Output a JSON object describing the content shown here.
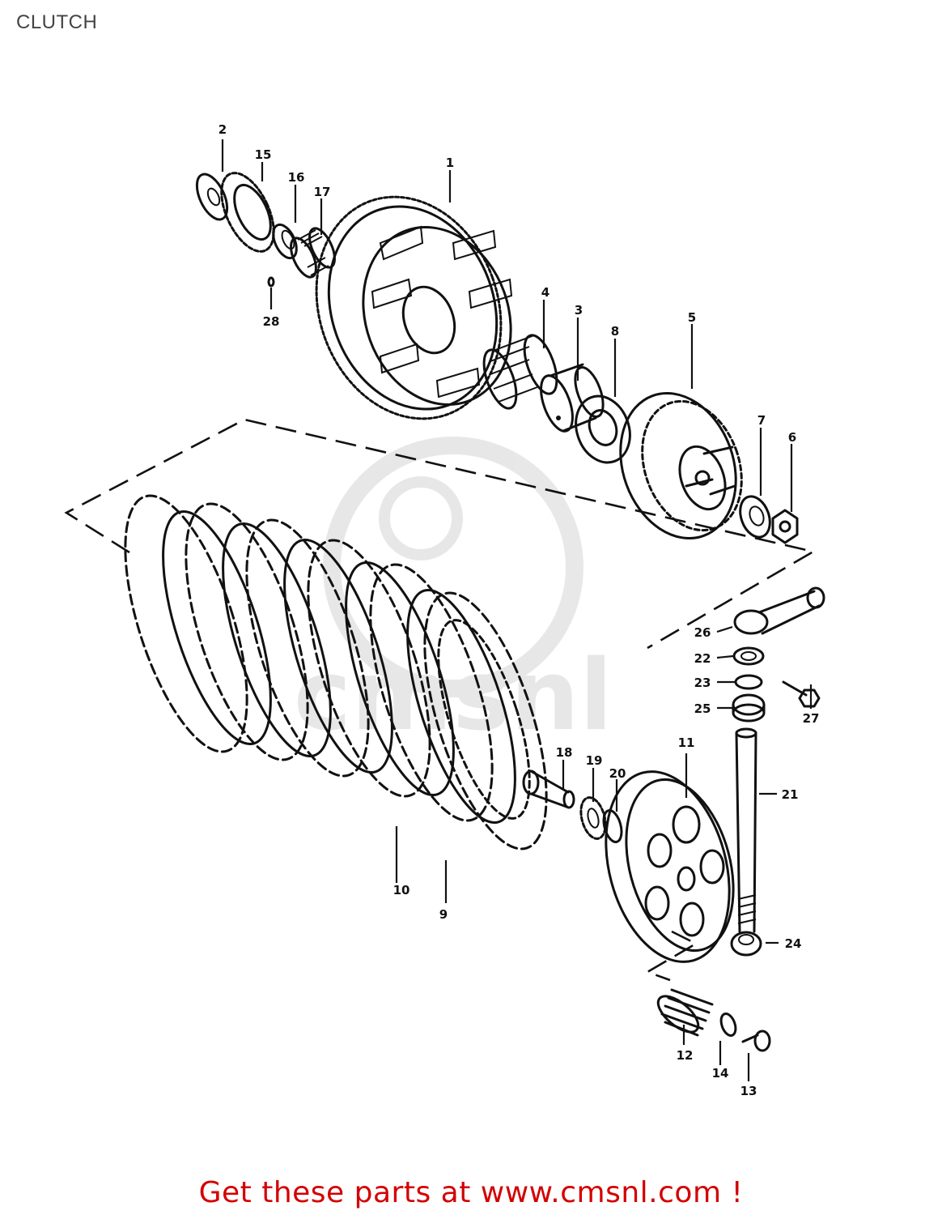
{
  "header": {
    "title": "CLUTCH"
  },
  "watermark": {
    "label": "cmsnl"
  },
  "callouts": [
    {
      "id": "1",
      "label": "1"
    },
    {
      "id": "2",
      "label": "2"
    },
    {
      "id": "3",
      "label": "3"
    },
    {
      "id": "4",
      "label": "4"
    },
    {
      "id": "5",
      "label": "5"
    },
    {
      "id": "6",
      "label": "6"
    },
    {
      "id": "7",
      "label": "7"
    },
    {
      "id": "8",
      "label": "8"
    },
    {
      "id": "9",
      "label": "9"
    },
    {
      "id": "10",
      "label": "10"
    },
    {
      "id": "11",
      "label": "11"
    },
    {
      "id": "12",
      "label": "12"
    },
    {
      "id": "13",
      "label": "13"
    },
    {
      "id": "14",
      "label": "14"
    },
    {
      "id": "15",
      "label": "15"
    },
    {
      "id": "16",
      "label": "16"
    },
    {
      "id": "17",
      "label": "17"
    },
    {
      "id": "18",
      "label": "18"
    },
    {
      "id": "19",
      "label": "19"
    },
    {
      "id": "20",
      "label": "20"
    },
    {
      "id": "21",
      "label": "21"
    },
    {
      "id": "22",
      "label": "22"
    },
    {
      "id": "23",
      "label": "23"
    },
    {
      "id": "24",
      "label": "24"
    },
    {
      "id": "25",
      "label": "25"
    },
    {
      "id": "26",
      "label": "26"
    },
    {
      "id": "27",
      "label": "27"
    },
    {
      "id": "28",
      "label": "28"
    }
  ],
  "footer": {
    "link_text": "Get these parts at www.cmsnl.com !",
    "link_color": "#d40000"
  }
}
